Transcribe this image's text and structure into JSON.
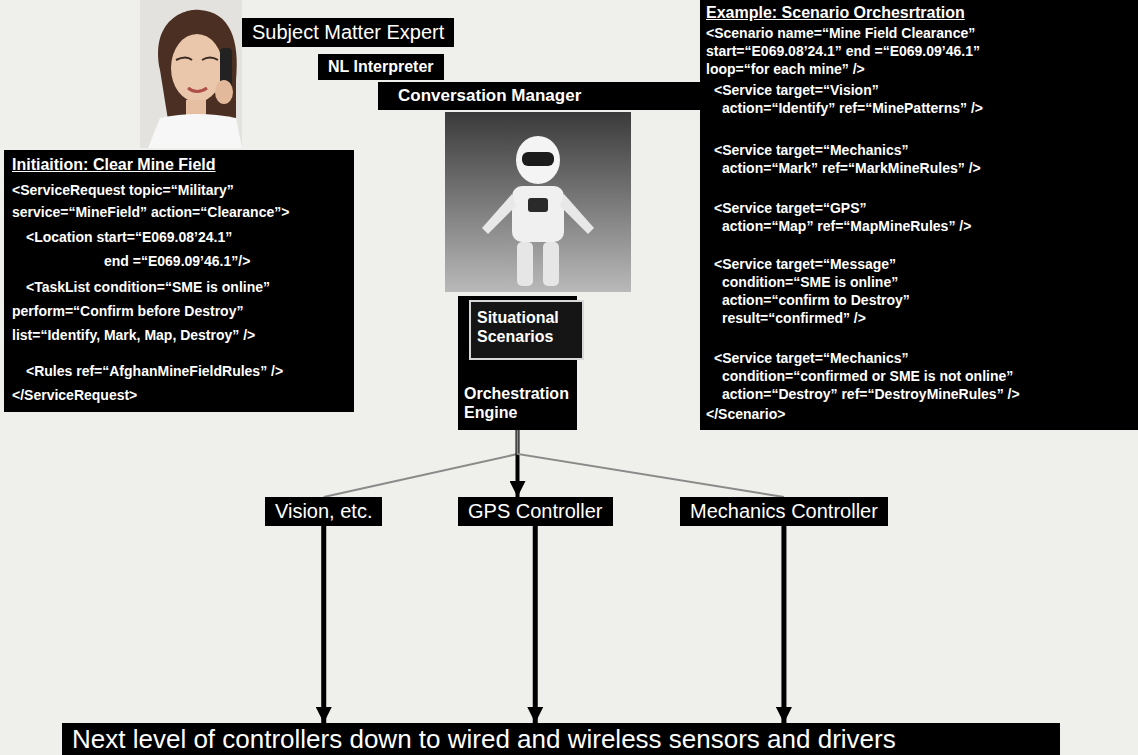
{
  "diagram": {
    "nodes": [
      {
        "text": [
          "Subject Matter Expert"
        ]
      },
      {
        "text": [
          "NL Interpreter"
        ]
      },
      {
        "text": [
          "Conversation Manager"
        ]
      },
      {
        "text": [
          "Initiaition: Clear Mine Field",
          "<ServiceRequest topic=“Military”",
          "service=“MineField” action=“Clearance”>",
          "<Location start=“E069.08’24.1”",
          "end =“E069.09’46.1”/>",
          "<TaskList condition=“SME is online”",
          "perform=“Confirm before Destroy”",
          "list=“Identify, Mark, Map, Destroy” />",
          "<Rules ref=“AfghanMineFieldRules” />",
          "</ServiceRequest>"
        ]
      },
      {
        "text": [
          "Example: Scenario Orchesrtration",
          "<Scenario name=“Mine Field Clearance”",
          "start=“E069.08’24.1” end =“E069.09’46.1”",
          "loop=“for each mine” />",
          "<Service target=“Vision”",
          "action=“Identify” ref=“MinePatterns” />",
          "<Service target=“Mechanics”",
          "action=“Mark” ref=“MarkMineRules” />",
          "<Service target=“GPS”",
          "action=“Map” ref=“MapMineRules” />",
          "<Service target=“Message”",
          "condition=“SME is online”",
          "action=“confirm to Destroy”",
          "result=“confirmed” />",
          "<Service target=“Mechanics”",
          "condition=“confirmed or SME is not online”",
          "action=“Destroy” ref=“DestroyMineRules” />",
          "</Scenario>"
        ]
      },
      {
        "text": [
          "Orchestration Engine"
        ]
      },
      {
        "text": [
          "Situational Scenarios"
        ],
        "in": 5
      },
      {
        "text": [
          "Vision, etc."
        ]
      },
      {
        "text": [
          "GPS Controller"
        ]
      },
      {
        "text": [
          "Mechanics Controller"
        ]
      },
      {
        "text": [
          "Next level of controllers down to wired and wireless sensors and drivers"
        ]
      }
    ],
    "edges": [
      {
        "from": 5,
        "to": 7,
        "arrow": "none"
      },
      {
        "from": 5,
        "to": 8,
        "arrow": "to"
      },
      {
        "from": 5,
        "to": 9,
        "arrow": "none"
      },
      {
        "from": 7,
        "to": 10,
        "arrow": "to"
      },
      {
        "from": 8,
        "to": 10,
        "arrow": "to"
      },
      {
        "from": 9,
        "to": 10,
        "arrow": "to"
      }
    ]
  }
}
